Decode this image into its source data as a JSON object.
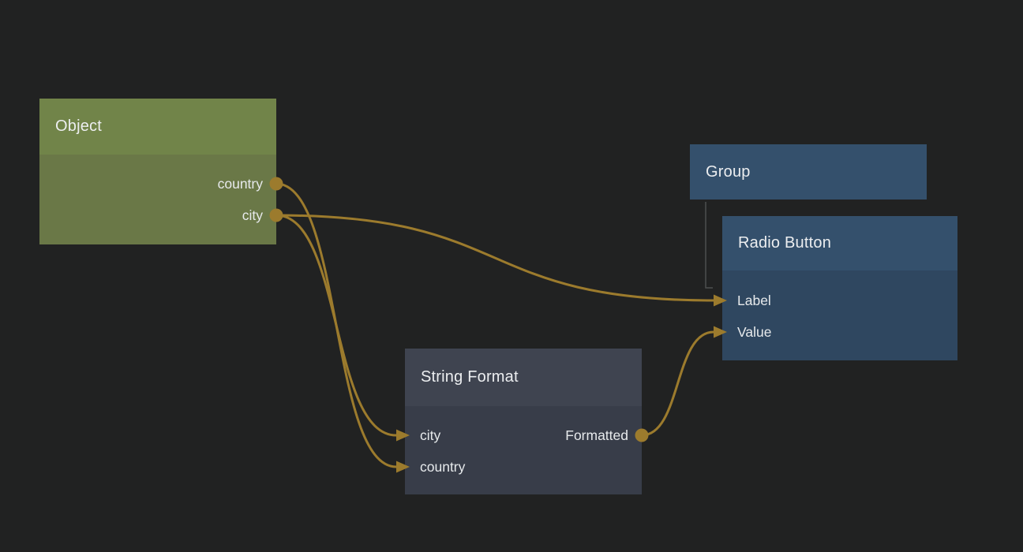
{
  "canvas": {
    "background": "#212222",
    "wire_color": "#9c7b2d",
    "hierarchy_line_color": "#4d4f4f"
  },
  "nodes": {
    "object": {
      "title": "Object",
      "header_color": "#718449",
      "body_color": "#6a7847",
      "outputs": [
        {
          "label": "country"
        },
        {
          "label": "city"
        }
      ]
    },
    "group": {
      "title": "Group",
      "header_color": "#34506c"
    },
    "radio_button": {
      "title": "Radio Button",
      "header_color": "#34506c",
      "body_color": "#2f4760",
      "inputs": [
        {
          "label": "Label"
        },
        {
          "label": "Value"
        }
      ]
    },
    "string_format": {
      "title": "String Format",
      "header_color": "#3f4450",
      "body_color": "#383d49",
      "inputs": [
        {
          "label": "city"
        },
        {
          "label": "country"
        }
      ],
      "outputs": [
        {
          "label": "Formatted"
        }
      ]
    }
  },
  "edges": [
    {
      "from": "object.city",
      "to": "radio_button.label"
    },
    {
      "from": "object.city",
      "to": "string_format.city"
    },
    {
      "from": "object.country",
      "to": "string_format.country"
    },
    {
      "from": "string_format.formatted",
      "to": "radio_button.value"
    }
  ],
  "hierarchy": [
    {
      "parent": "group",
      "child": "radio_button"
    }
  ]
}
